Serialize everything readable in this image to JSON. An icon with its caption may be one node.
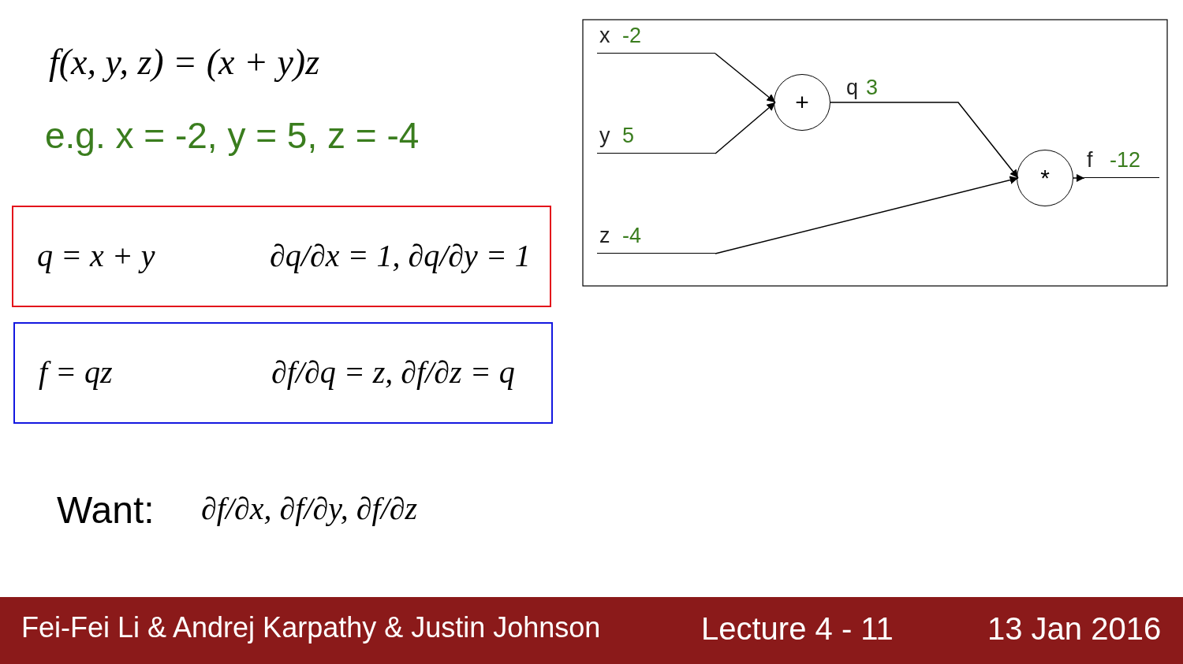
{
  "diagram": {
    "title": "f(x, y, z) = (x + y)z",
    "nodes": [
      {
        "text": [
          "q = x + y",
          "∂q/∂x = 1, ∂q/∂y = 1"
        ]
      },
      {
        "text": [
          "f = qz",
          "∂f/∂q = z, ∂f/∂z = q"
        ]
      },
      {
        "text": [
          "x",
          "-2"
        ]
      },
      {
        "text": [
          "y",
          "5"
        ]
      },
      {
        "text": [
          "z",
          "-4"
        ]
      },
      {
        "text": [
          "+"
        ]
      },
      {
        "text": [
          "*"
        ]
      },
      {
        "text": [
          "f",
          "-12"
        ]
      }
    ],
    "edges": [
      {
        "from": 2,
        "to": 5,
        "arrow": "to"
      },
      {
        "from": 3,
        "to": 5,
        "arrow": "to"
      },
      {
        "from": 5,
        "to": 6,
        "arrow": "to",
        "label": "q"
      },
      {
        "from": 4,
        "to": 6,
        "arrow": "to"
      },
      {
        "from": 6,
        "to": 7,
        "arrow": "to"
      }
    ],
    "labels": [
      "e.g. x = -2, y = 5, z = -4",
      "3",
      "Want:",
      "∂f/∂x, ∂f/∂y, ∂f/∂z",
      "Fei-Fei Li & Andrej Karpathy & Justin Johnson",
      "Lecture 4 - 11",
      "13 Jan 2016"
    ]
  }
}
